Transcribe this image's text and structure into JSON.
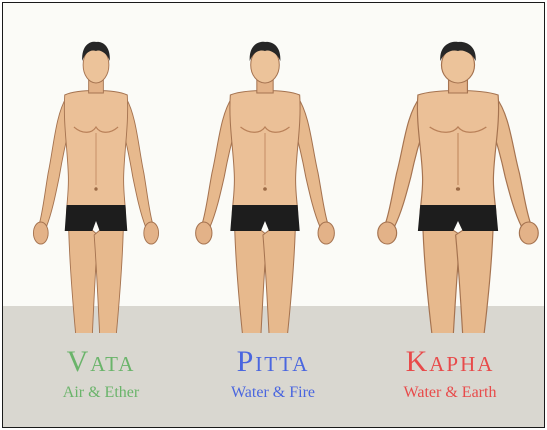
{
  "doshas": [
    {
      "name": "Vata",
      "elements": "Air & Ether",
      "color": "#6ab46a"
    },
    {
      "name": "Pitta",
      "elements": "Water & Fire",
      "color": "#4a66df"
    },
    {
      "name": "Kapha",
      "elements": "Water & Earth",
      "color": "#e84a4a"
    }
  ],
  "colors": {
    "background": "#fbfbf7",
    "floor": "#d9d7d0",
    "skin": "#e9bd91",
    "shorts": "#1d1d1d",
    "hair": "#262626"
  }
}
